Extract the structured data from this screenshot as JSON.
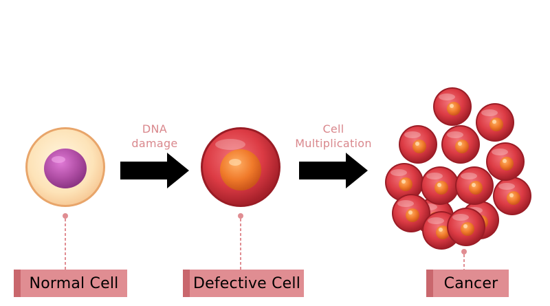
{
  "steps": {
    "dna_damage": [
      "DNA",
      "damage"
    ],
    "cell_multiplication": [
      "Cell",
      "Multiplication"
    ]
  },
  "cells": {
    "normal": "Normal Cell",
    "defective": "Defective Cell",
    "cancer": "Cancer"
  },
  "colors": {
    "label_box": "#e08d92",
    "label_box_edge": "#c9676d",
    "step_text": "#d9878c",
    "arrow": "#000000",
    "cancer_cell": "#d8434b",
    "nucleus": "#f07a2a",
    "normal_nucleus": "#b14fa6"
  }
}
